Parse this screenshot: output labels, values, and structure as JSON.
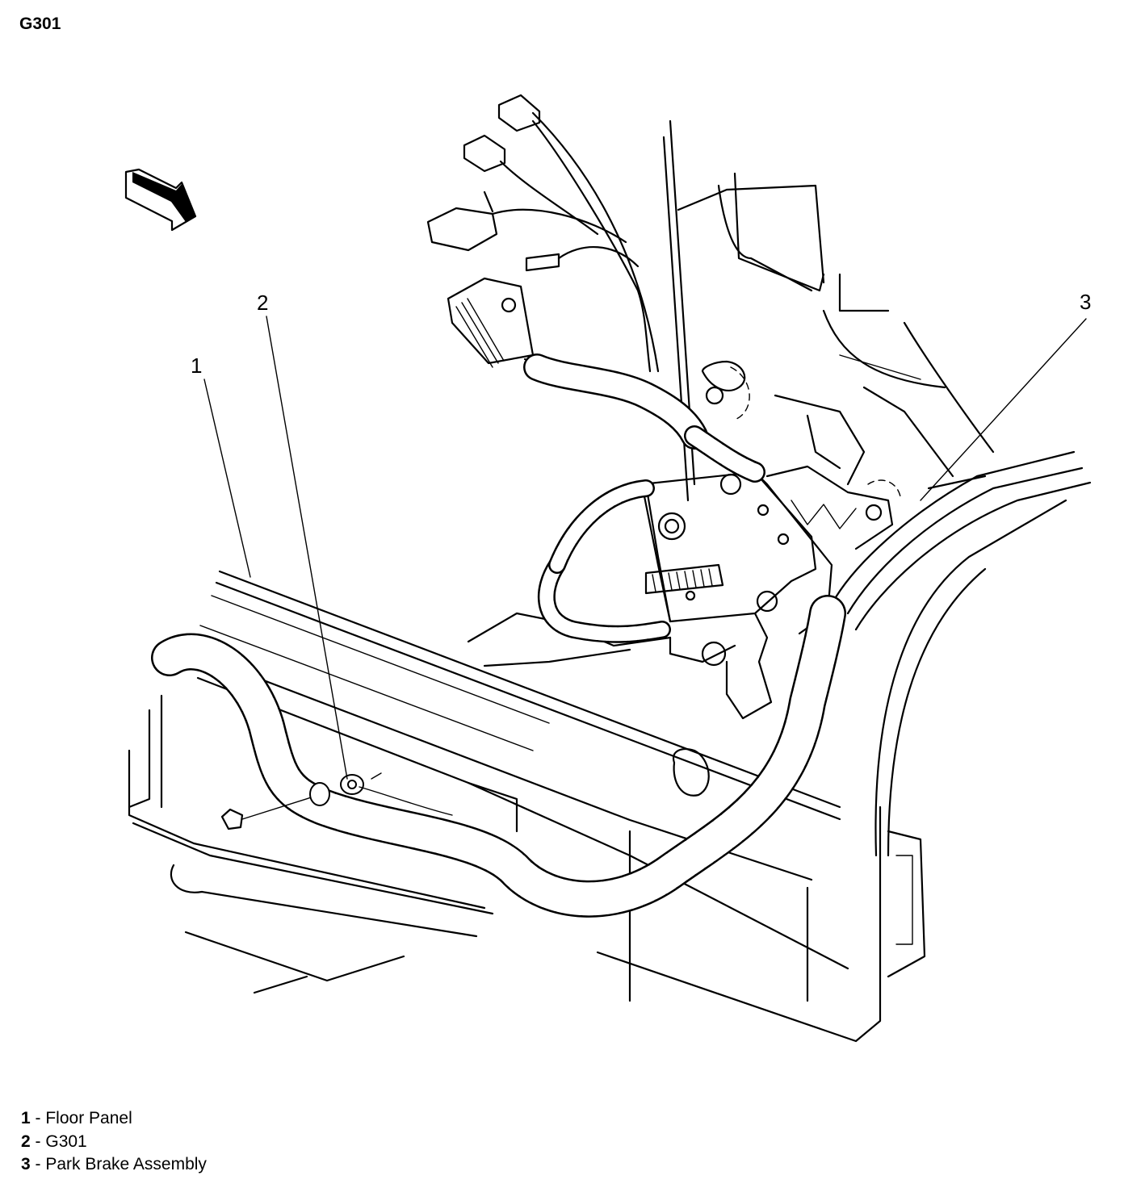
{
  "title": "G301",
  "callouts": [
    {
      "number": "1",
      "label": "Floor Panel"
    },
    {
      "number": "2",
      "label": "G301"
    },
    {
      "number": "3",
      "label": "Park Brake Assembly"
    }
  ],
  "legend_separator": " - ",
  "colors": {
    "line": "#000000",
    "background": "#ffffff"
  }
}
